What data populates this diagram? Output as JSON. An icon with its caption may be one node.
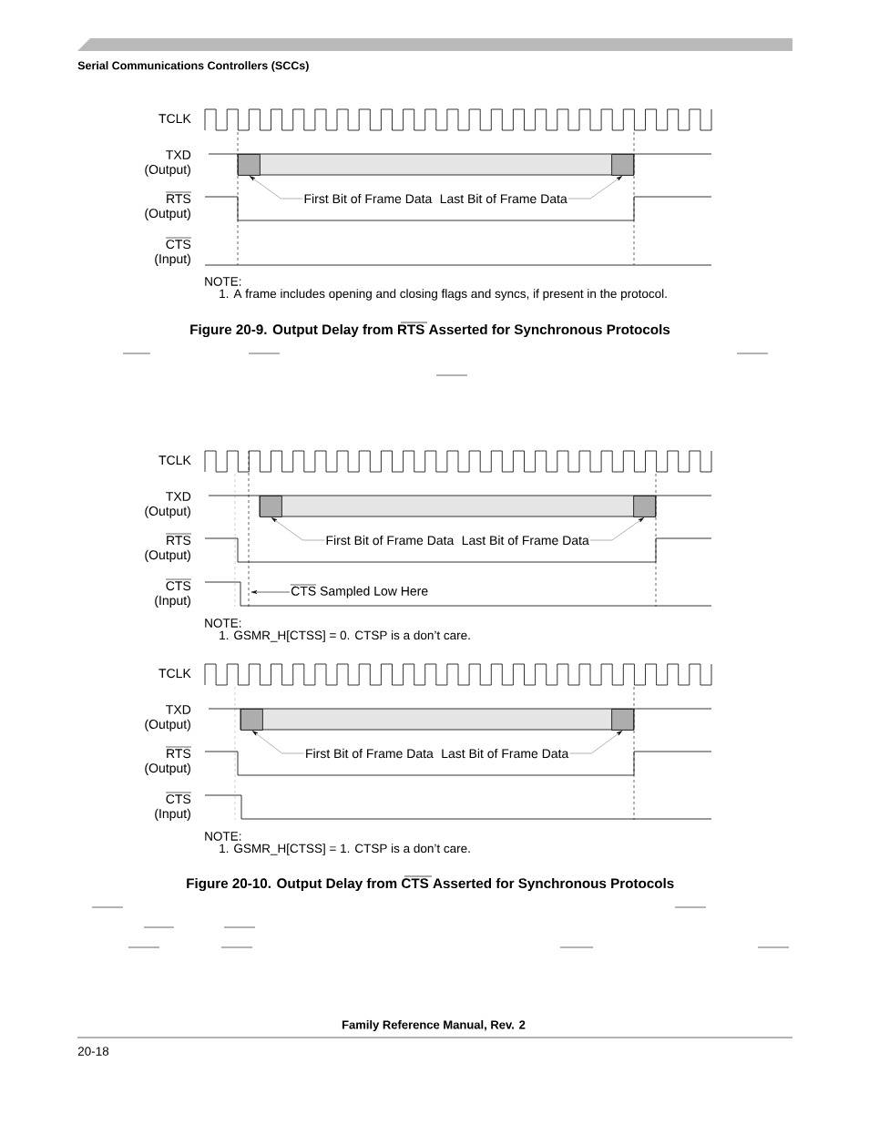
{
  "diagram": {
    "nodes": [
      {
        "text": [],
        "shape": "box"
      },
      {
        "text": [],
        "shape": "box"
      },
      {
        "text": [
          "First Bit of Frame Data"
        ]
      },
      {
        "text": [
          "Last Bit of Frame Data"
        ]
      },
      {
        "text": [],
        "shape": "box"
      },
      {
        "text": [],
        "shape": "box"
      },
      {
        "text": [
          "First Bit of Frame Data"
        ]
      },
      {
        "text": [
          "Last Bit of Frame Data"
        ]
      },
      {
        "text": [
          "CTS Sampled Low Here"
        ]
      },
      {
        "text": [],
        "shape": "box"
      },
      {
        "text": [],
        "shape": "box"
      },
      {
        "text": [
          "First Bit of Frame Data"
        ]
      },
      {
        "text": [
          "Last Bit of Frame Data"
        ]
      }
    ],
    "edges": [
      {
        "from": 2,
        "to": 0,
        "arrow": "to"
      },
      {
        "from": 3,
        "to": 1,
        "arrow": "to"
      },
      {
        "from": 6,
        "to": 4,
        "arrow": "to"
      },
      {
        "from": 7,
        "to": 5,
        "arrow": "to"
      },
      {
        "from": 8,
        "to": null,
        "arrow": "to",
        "color": "#000000"
      },
      {
        "from": 11,
        "to": 9,
        "arrow": "to"
      },
      {
        "from": 12,
        "to": 10,
        "arrow": "to"
      }
    ],
    "labels": [
      "Serial Communications Controllers (SCCs)",
      "TCLK",
      "TXD (Output)",
      "RTS (Output)",
      "CTS (Input)",
      "NOTE:",
      "1.  A frame includes opening and closing flags and syncs, if present in the protocol.",
      "Figure 20-9. Output Delay from RTS Asserted for Synchronous Protocols",
      "TCLK",
      "TXD (Output)",
      "RTS (Output)",
      "CTS (Input)",
      "NOTE:",
      "1.  GSMR_H[CTSS] = 0. CTSP is a don’t care.",
      "TCLK",
      "TXD (Output)",
      "RTS (Output)",
      "CTS (Input)",
      "NOTE:",
      "1.  GSMR_H[CTSS] = 1. CTSP is a don’t care.",
      "Figure 20-10. Output Delay from CTS Asserted for Synchronous Protocols",
      "Family Reference Manual, Rev. 2",
      "20-18"
    ]
  }
}
